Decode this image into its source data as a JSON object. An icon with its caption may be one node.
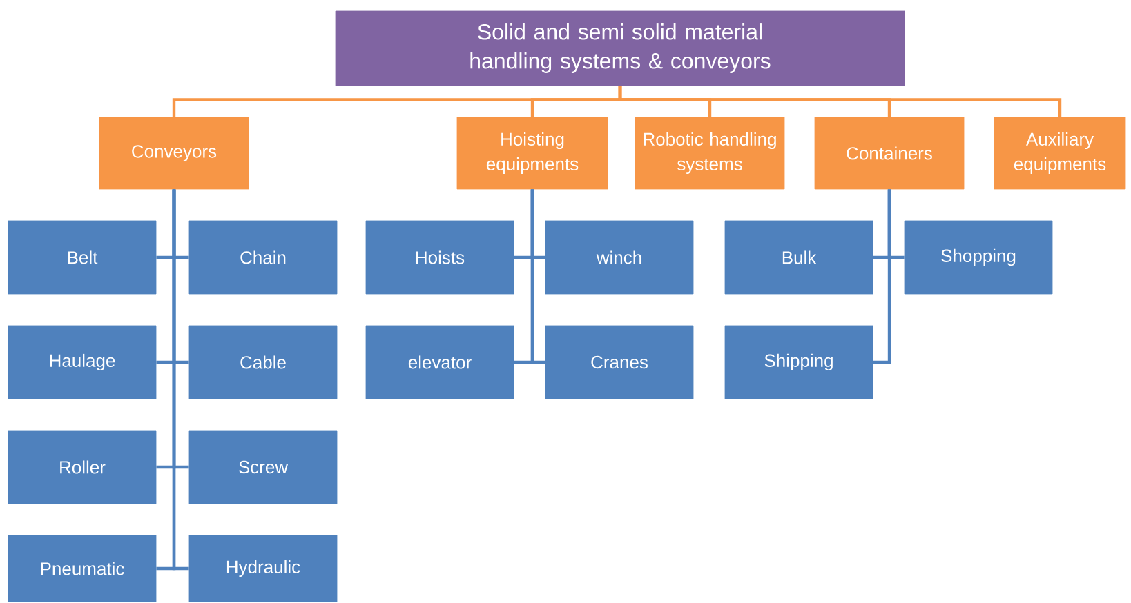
{
  "diagram": {
    "nodes": [
      {
        "text": [
          "Solid and semi solid material handling systems & conveyors"
        ]
      },
      {
        "text": [
          "Conveyors"
        ]
      },
      {
        "text": [
          "Hoisting equipments"
        ]
      },
      {
        "text": [
          "Robotic handling systems"
        ]
      },
      {
        "text": [
          "Containers"
        ]
      },
      {
        "text": [
          "Auxiliary equipments"
        ]
      },
      {
        "text": [
          "Belt"
        ]
      },
      {
        "text": [
          "Chain"
        ]
      },
      {
        "text": [
          "Haulage"
        ]
      },
      {
        "text": [
          "Cable"
        ]
      },
      {
        "text": [
          "Roller"
        ]
      },
      {
        "text": [
          "Screw"
        ]
      },
      {
        "text": [
          "Pneumatic"
        ]
      },
      {
        "text": [
          "Hydraulic"
        ]
      },
      {
        "text": [
          "Hoists"
        ]
      },
      {
        "text": [
          "winch"
        ]
      },
      {
        "text": [
          "elevator"
        ]
      },
      {
        "text": [
          "Cranes"
        ]
      },
      {
        "text": [
          "Bulk"
        ]
      },
      {
        "text": [
          "Shopping"
        ]
      },
      {
        "text": [
          "Shipping"
        ]
      }
    ],
    "edges": [
      {
        "from": 0,
        "to": 1,
        "arrow": "none",
        "color": "#f79646"
      },
      {
        "from": 0,
        "to": 2,
        "arrow": "none",
        "color": "#f79646"
      },
      {
        "from": 0,
        "to": 3,
        "arrow": "none",
        "color": "#f79646"
      },
      {
        "from": 0,
        "to": 4,
        "arrow": "none",
        "color": "#f79646"
      },
      {
        "from": 0,
        "to": 5,
        "arrow": "none",
        "color": "#f79646"
      },
      {
        "from": 1,
        "to": 6,
        "arrow": "none"
      },
      {
        "from": 1,
        "to": 7,
        "arrow": "none"
      },
      {
        "from": 1,
        "to": 8,
        "arrow": "none"
      },
      {
        "from": 1,
        "to": 9,
        "arrow": "none"
      },
      {
        "from": 1,
        "to": 10,
        "arrow": "none"
      },
      {
        "from": 1,
        "to": 11,
        "arrow": "none"
      },
      {
        "from": 1,
        "to": 12,
        "arrow": "none"
      },
      {
        "from": 1,
        "to": 13,
        "arrow": "none"
      },
      {
        "from": 2,
        "to": 14,
        "arrow": "none"
      },
      {
        "from": 2,
        "to": 15,
        "arrow": "none"
      },
      {
        "from": 2,
        "to": 16,
        "arrow": "none"
      },
      {
        "from": 2,
        "to": 17,
        "arrow": "none"
      },
      {
        "from": 4,
        "to": 18,
        "arrow": "none"
      },
      {
        "from": 4,
        "to": 19,
        "arrow": "none"
      },
      {
        "from": 4,
        "to": 20,
        "arrow": "none"
      }
    ]
  }
}
